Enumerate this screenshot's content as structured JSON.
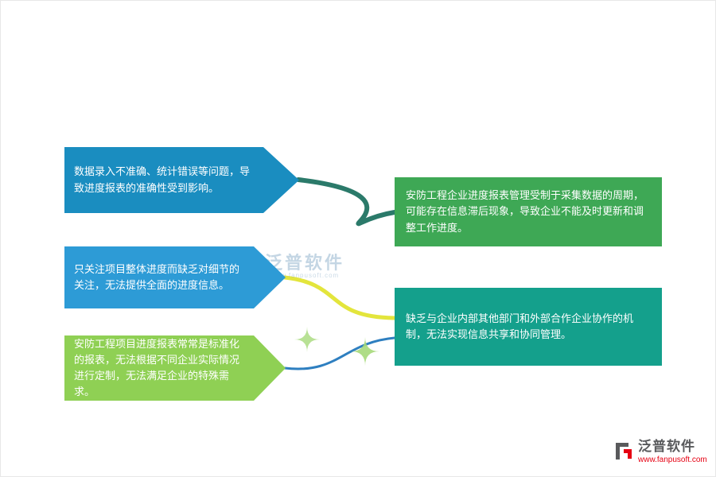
{
  "nodes": {
    "left": [
      {
        "text": "数据录入不准确、统计错误等问题，导致进度报表的准确性受到影响。",
        "color": "#1a8dc0"
      },
      {
        "text": "只关注项目整体进度而缺乏对细节的关注，无法提供全面的进度信息。",
        "color": "#2d9bd6"
      },
      {
        "text": "安防工程项目进度报表常常是标准化的报表，无法根据不同企业实际情况进行定制，无法满足企业的特殊需求。",
        "color": "#8fd054"
      }
    ],
    "right": [
      {
        "text": "安防工程企业进度报表管理受制于采集数据的周期，可能存在信息滞后现象，导致企业不能及时更新和调整工作进度。",
        "color": "#3ea855"
      },
      {
        "text": "缺乏与企业内部其他部门和外部合作企业协作的机制，无法实现信息共享和协同管理。",
        "color": "#14a08c"
      }
    ]
  },
  "connectors": [
    {
      "color": "#2b7a6a"
    },
    {
      "color": "#e3e53c"
    },
    {
      "color": "#2e7fc0"
    }
  ],
  "decor": {
    "sparkle_color": "#a6d97a"
  },
  "watermark": {
    "text": "泛普软件",
    "subtext": "www.fanpusoft.com"
  },
  "logo": {
    "name": "泛普软件",
    "url": "www.fanpusoft.com"
  }
}
